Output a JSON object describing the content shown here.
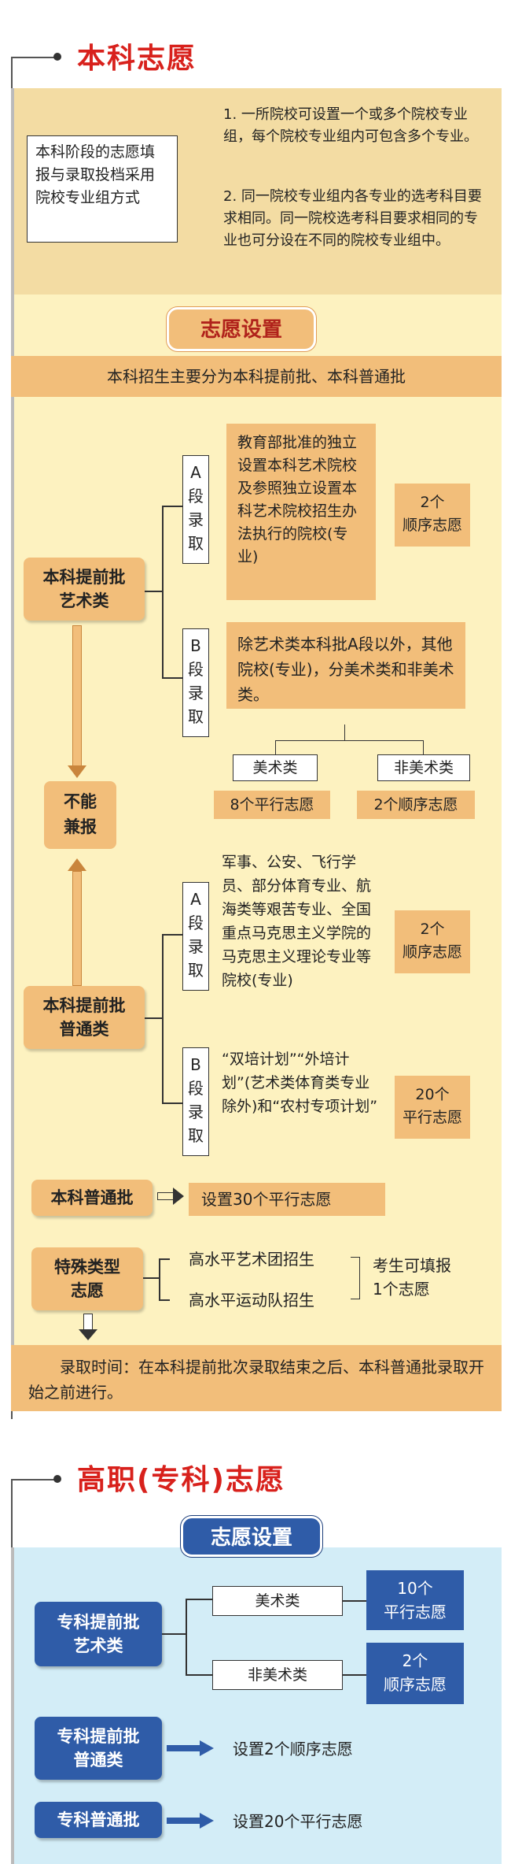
{
  "section1": {
    "title": "本科志愿",
    "intro_box": "本科阶段的志愿填报与录取投档采用院校专业组方式",
    "note1": "1. 一所院校可设置一个或多个院校专业组，每个院校专业组内可包含多个专业。",
    "note2": "2. 同一院校专业组内各专业的选考科目要求相同。同一院校选考科目要求相同的专业也可分设在不同的院校专业组中。",
    "tab": "志愿设置",
    "bar": "本科招生主要分为本科提前批、本科普通批",
    "art": {
      "label": "本科提前批\n艺术类",
      "a_label": "A段录取",
      "a_desc": "教育部批准的独立设置本科艺术院校及参照独立设置本科艺术院校招生办法执行的院校(专业)",
      "a_result": "2个\n顺序志愿",
      "b_label": "B段录取",
      "b_desc": "除艺术类本科批A段以外，其他院校(专业)，分美术类和非美术类。",
      "meishu": "美术类",
      "meishu_result": "8个平行志愿",
      "feimeishu": "非美术类",
      "feimeishu_result": "2个顺序志愿"
    },
    "no_both": "不能\n兼报",
    "general": {
      "label": "本科提前批\n普通类",
      "a_label": "A段录取",
      "a_desc": "军事、公安、飞行学员、部分体育专业、航海类等艰苦专业、全国重点马克思主义学院的马克思主义理论专业等院校(专业)",
      "a_result": "2个\n顺序志愿",
      "b_label": "B段录取",
      "b_desc": "“双培计划”“外培计划”(艺术类体育类专业除外)和“农村专项计划”",
      "b_result": "20个\n平行志愿"
    },
    "regular": {
      "label": "本科普通批",
      "result": "设置30个平行志愿"
    },
    "special": {
      "label": "特殊类型\n志愿",
      "item1": "高水平艺术团招生",
      "item2": "高水平运动队招生",
      "result": "考生可填报\n1个志愿"
    },
    "time_note": "录取时间：在本科提前批次录取结束之后、本科普通批录取开始之前进行。"
  },
  "section2": {
    "title": "高职(专科)志愿",
    "tab": "志愿设置",
    "art": {
      "label": "专科提前批\n艺术类",
      "meishu": "美术类",
      "meishu_result": "10个\n平行志愿",
      "feimeishu": "非美术类",
      "feimeishu_result": "2个\n顺序志愿"
    },
    "general": {
      "label": "专科提前批\n普通类",
      "result": "设置2个顺序志愿"
    },
    "regular": {
      "label": "专科普通批",
      "result": "设置20个平行志愿"
    }
  },
  "colors": {
    "title_red": "#d8211c",
    "orange": "#f2be7a",
    "cream": "#fdf2c0",
    "blue": "#2f5ca8",
    "light_blue": "#d3edf7"
  }
}
